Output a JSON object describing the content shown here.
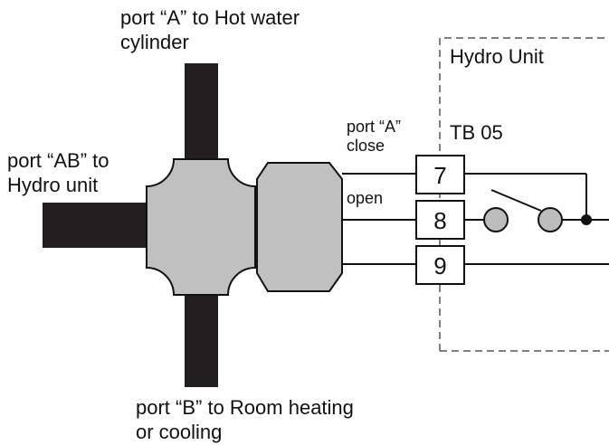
{
  "labels": {
    "port_a_line1": "port “A” to Hot water",
    "port_a_line2": "cylinder",
    "port_ab_line1": "port “AB” to",
    "port_ab_line2": "Hydro unit",
    "port_b_line1": "port “B” to Room heating",
    "port_b_line2": "or cooling",
    "hydro_unit": "Hydro Unit",
    "tb": "TB 05",
    "wire_port_a_line1": "port “A”",
    "wire_port_a_line2": "close",
    "wire_open": "open"
  },
  "terminals": [
    "7",
    "8",
    "9"
  ],
  "colors": {
    "pipe": "#231f20",
    "valve_body": "#c0c0c0",
    "line": "#111111",
    "dashed_box": "#555555",
    "background": "#ffffff"
  }
}
